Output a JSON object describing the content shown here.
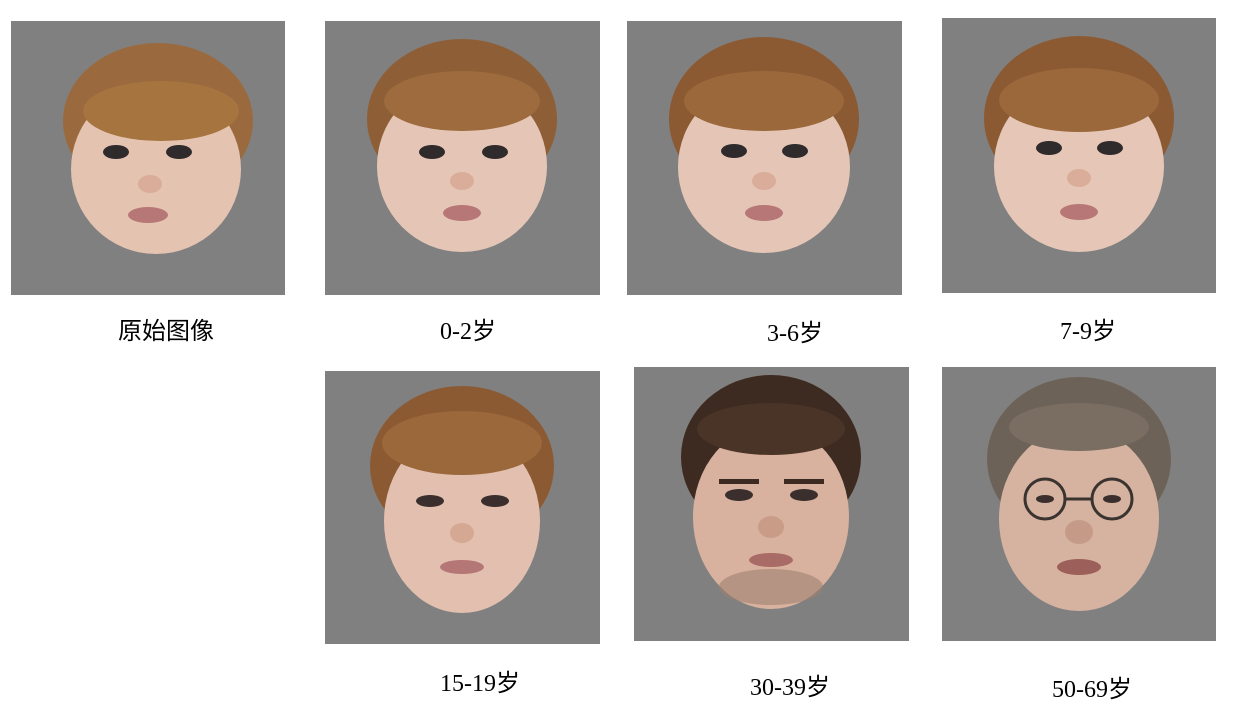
{
  "background": "#808080",
  "skin_tone": "#e3c2b0",
  "hair_tone": "#8b5a33",
  "panels": [
    {
      "caption": "原始图像",
      "subject": "baby-face"
    },
    {
      "caption": "0-2岁",
      "subject": "baby-face"
    },
    {
      "caption": "3-6岁",
      "subject": "baby-face"
    },
    {
      "caption": "7-9岁",
      "subject": "child-face"
    },
    {
      "caption": "15-19岁",
      "subject": "teen-face"
    },
    {
      "caption": "30-39岁",
      "subject": "adult-face"
    },
    {
      "caption": "50-69岁",
      "subject": "elder-face-glasses"
    }
  ]
}
